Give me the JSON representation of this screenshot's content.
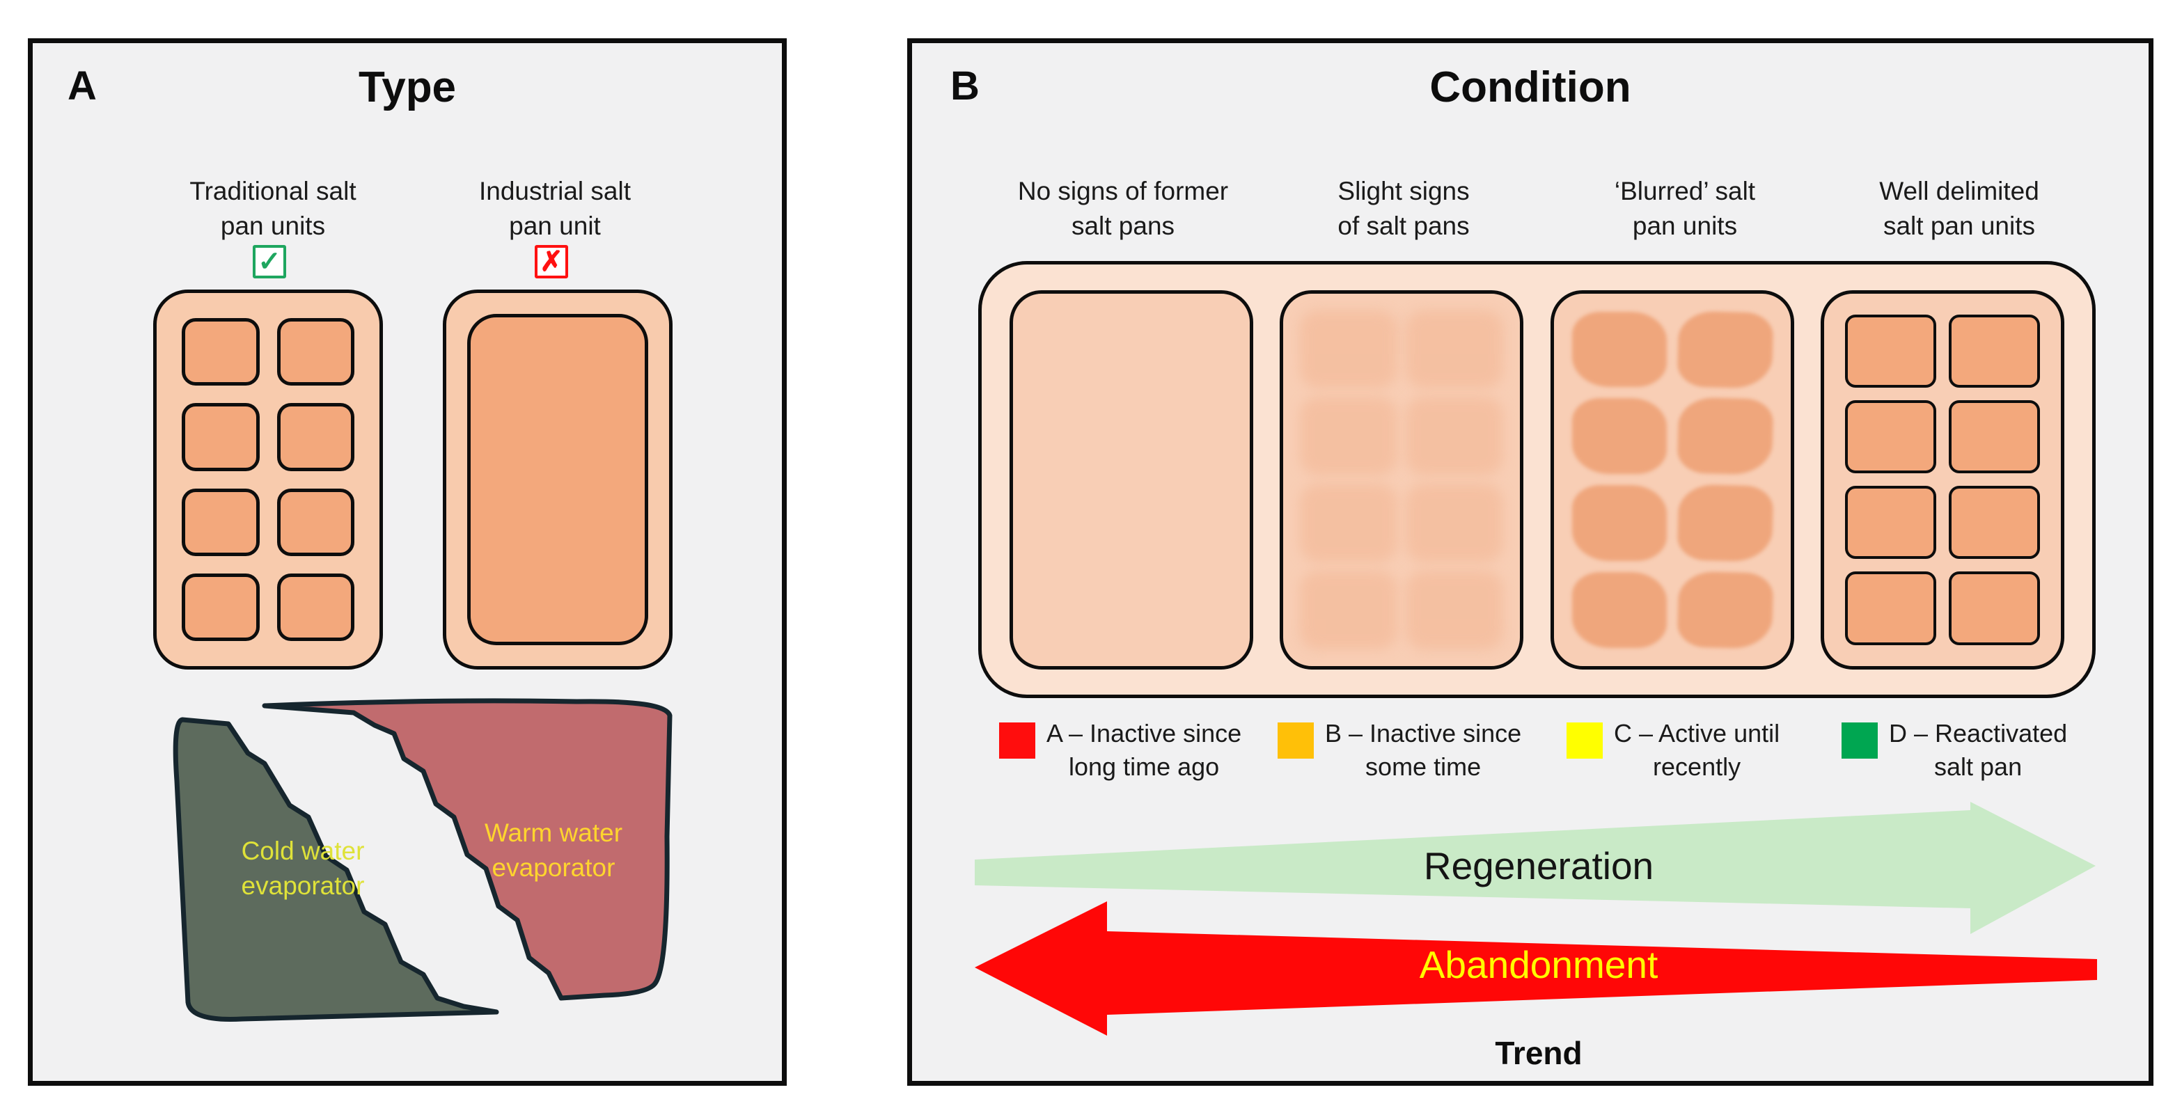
{
  "panelA": {
    "label": "A",
    "title": "Type",
    "columns": [
      {
        "lines": [
          "Traditional salt",
          "pan units"
        ],
        "mark": "check",
        "mark_glyph": "✓"
      },
      {
        "lines": [
          "Industrial salt",
          "pan unit"
        ],
        "mark": "cross",
        "mark_glyph": "✗"
      }
    ],
    "evaporators": [
      {
        "lines": [
          "Cold water",
          "evaporator"
        ],
        "color": "#5d6b5d",
        "label_color": "#dfe239"
      },
      {
        "lines": [
          "Warm water",
          "evaporator"
        ],
        "color": "#c16b6e",
        "label_color": "#ffd52e"
      }
    ]
  },
  "panelB": {
    "label": "B",
    "title": "Condition",
    "columns": [
      {
        "lines": [
          "No signs of former",
          "salt pans"
        ]
      },
      {
        "lines": [
          "Slight signs",
          "of salt pans"
        ]
      },
      {
        "lines": [
          "‘Blurred’ salt",
          "pan units"
        ]
      },
      {
        "lines": [
          "Well delimited",
          "salt pan units"
        ]
      }
    ],
    "legend": [
      {
        "color": "#ff0d0d",
        "lines": [
          "A – Inactive since",
          "long time ago"
        ]
      },
      {
        "color": "#ffc008",
        "lines": [
          "B – Inactive since",
          "some time"
        ]
      },
      {
        "color": "#ffff00",
        "lines": [
          "C – Active until",
          "recently"
        ]
      },
      {
        "color": "#00a651",
        "lines": [
          "D – Reactivated",
          "salt pan"
        ]
      }
    ],
    "arrows": {
      "regeneration": {
        "label": "Regeneration",
        "color": "#c9eac7",
        "direction": "right"
      },
      "abandonment": {
        "label": "Abandonment",
        "color": "#ff0707",
        "direction": "left"
      }
    },
    "trend_label": "Trend"
  },
  "colors": {
    "panel_bg": "#f1f1f2",
    "pan_outer": "#f8cbad",
    "pan_inner": "#f3a87c",
    "container_bg": "#fbe2d2",
    "cell_bg": "#f8ceb5",
    "check_green": "#1ea65f",
    "cross_red": "#ff1111",
    "evap_stroke": "#16262e"
  }
}
